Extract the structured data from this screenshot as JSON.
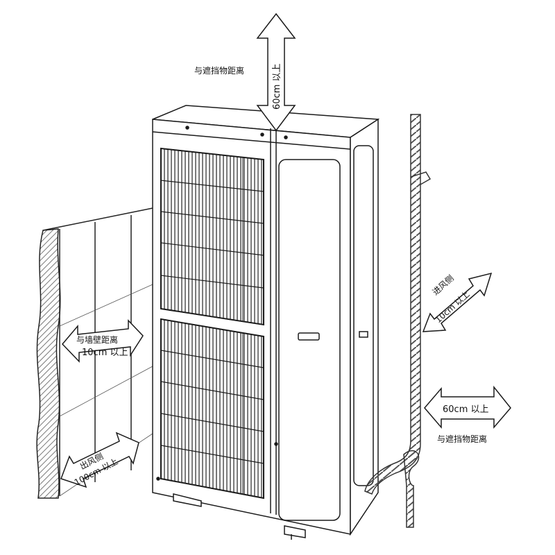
{
  "labels": {
    "top_caption": "与遮挡物距离",
    "top_distance": "60cm 以上",
    "wall_caption": "与墙壁距离",
    "wall_distance": "10cm 以上",
    "outlet_caption": "出风侧",
    "outlet_distance": "100cm 以上",
    "inlet_caption": "进风侧",
    "inlet_distance": "10cm 以上",
    "right_distance": "60cm 以上",
    "right_caption": "与遮挡物距离"
  },
  "colors": {
    "line": "#1a1a1a",
    "arrow_fill": "#ffffff",
    "hatch": "#888888",
    "background": "#ffffff"
  },
  "icons": [
    "up-down-arrow-icon",
    "left-right-arrow-icon",
    "wall-hatch",
    "outdoor-unit",
    "pipe"
  ]
}
